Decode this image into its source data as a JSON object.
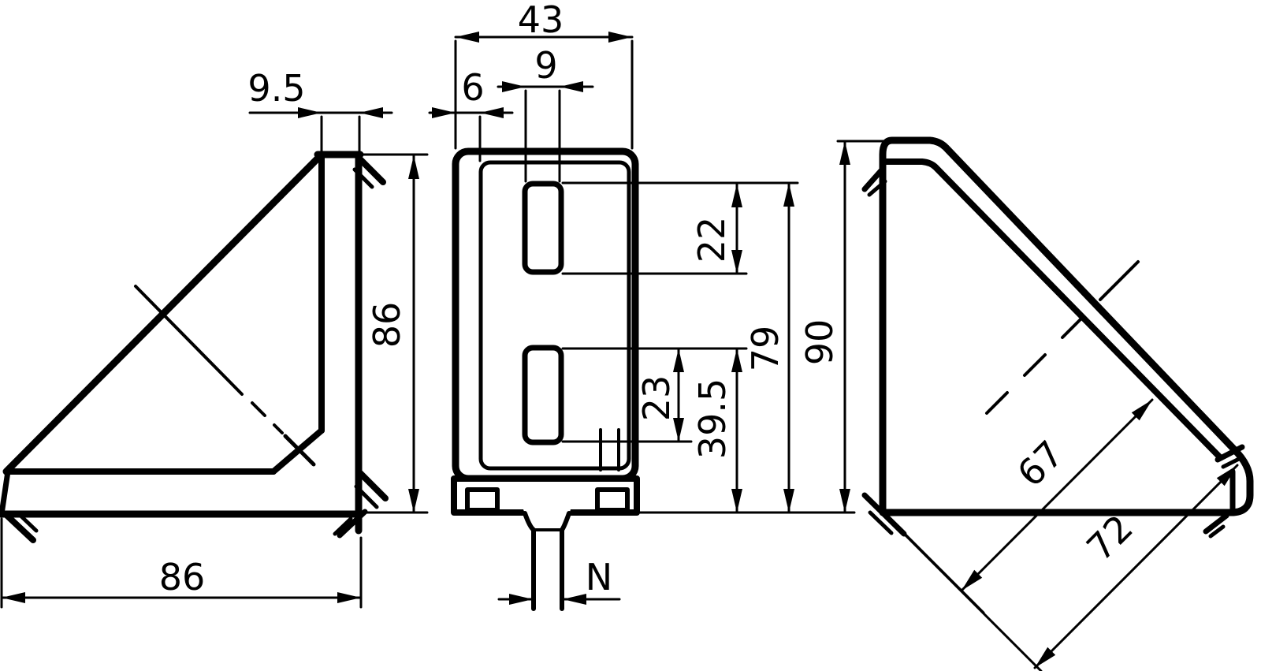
{
  "drawing": {
    "type": "technical-drawing",
    "subject": "corner angle bracket, three orthographic views",
    "colors": {
      "background": "#ffffff",
      "line": "#000000"
    },
    "dims": {
      "left": {
        "thickness": "9.5",
        "height": "86",
        "width": "86"
      },
      "front": {
        "width": "43",
        "slot_width": "9",
        "wall_thickness": "6",
        "upper_slot_height": "22",
        "lower_slot_height": "23",
        "lower_zone": "39.5",
        "inner_height": "79",
        "total_height": "90",
        "tenon_width": "N"
      },
      "right": {
        "inner_diagonal": "67",
        "outer_diagonal": "72"
      }
    }
  }
}
